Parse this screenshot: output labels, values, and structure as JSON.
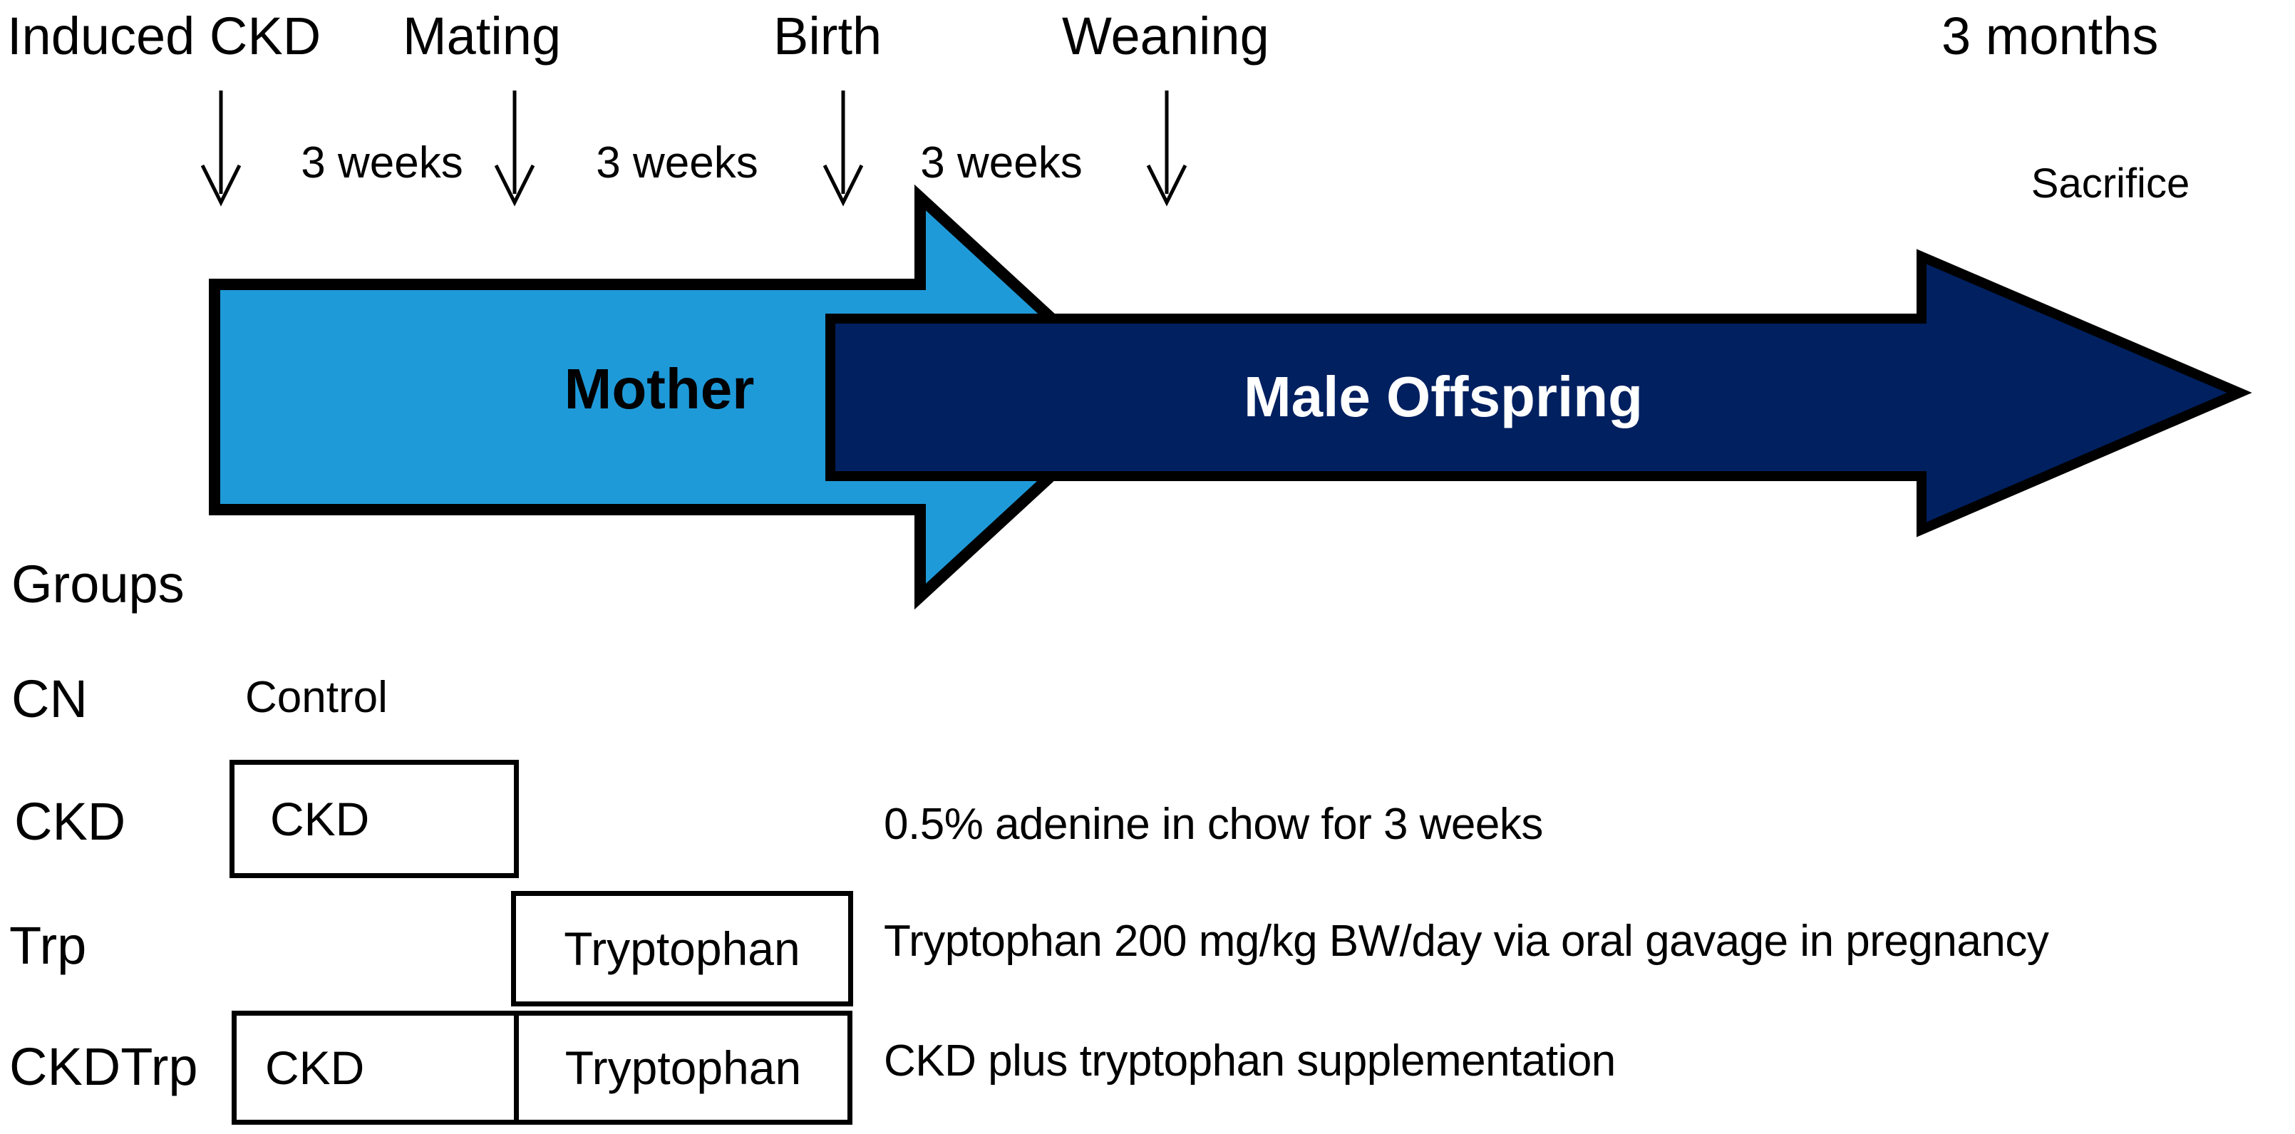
{
  "figure": {
    "timeline": {
      "events": [
        {
          "label": "Induced CKD"
        },
        {
          "label": "Mating"
        },
        {
          "label": "Birth"
        },
        {
          "label": "Weaning"
        },
        {
          "label": "3 months"
        }
      ],
      "intervals": [
        "3 weeks",
        "3 weeks",
        "3 weeks"
      ],
      "sacrifice_label": "Sacrifice"
    },
    "arrows": {
      "mother": {
        "label": "Mother",
        "color": "#1F9AD9",
        "text_color": "#000000"
      },
      "male_offspring": {
        "label": "Male Offspring",
        "color": "#002060",
        "text_color": "#FFFFFF"
      }
    },
    "outline_color": "#000000",
    "groups_heading": "Groups",
    "groups": [
      {
        "name": "CN",
        "description": "Control",
        "boxes": []
      },
      {
        "name": "CKD",
        "description": "0.5% adenine in chow for 3 weeks",
        "boxes": [
          "CKD"
        ]
      },
      {
        "name": "Trp",
        "description": "Tryptophan 200 mg/kg BW/day via oral gavage in pregnancy",
        "boxes": [
          "Tryptophan"
        ]
      },
      {
        "name": "CKDTrp",
        "description": "CKD plus tryptophan supplementation",
        "boxes": [
          "CKD",
          "Tryptophan"
        ]
      }
    ]
  }
}
